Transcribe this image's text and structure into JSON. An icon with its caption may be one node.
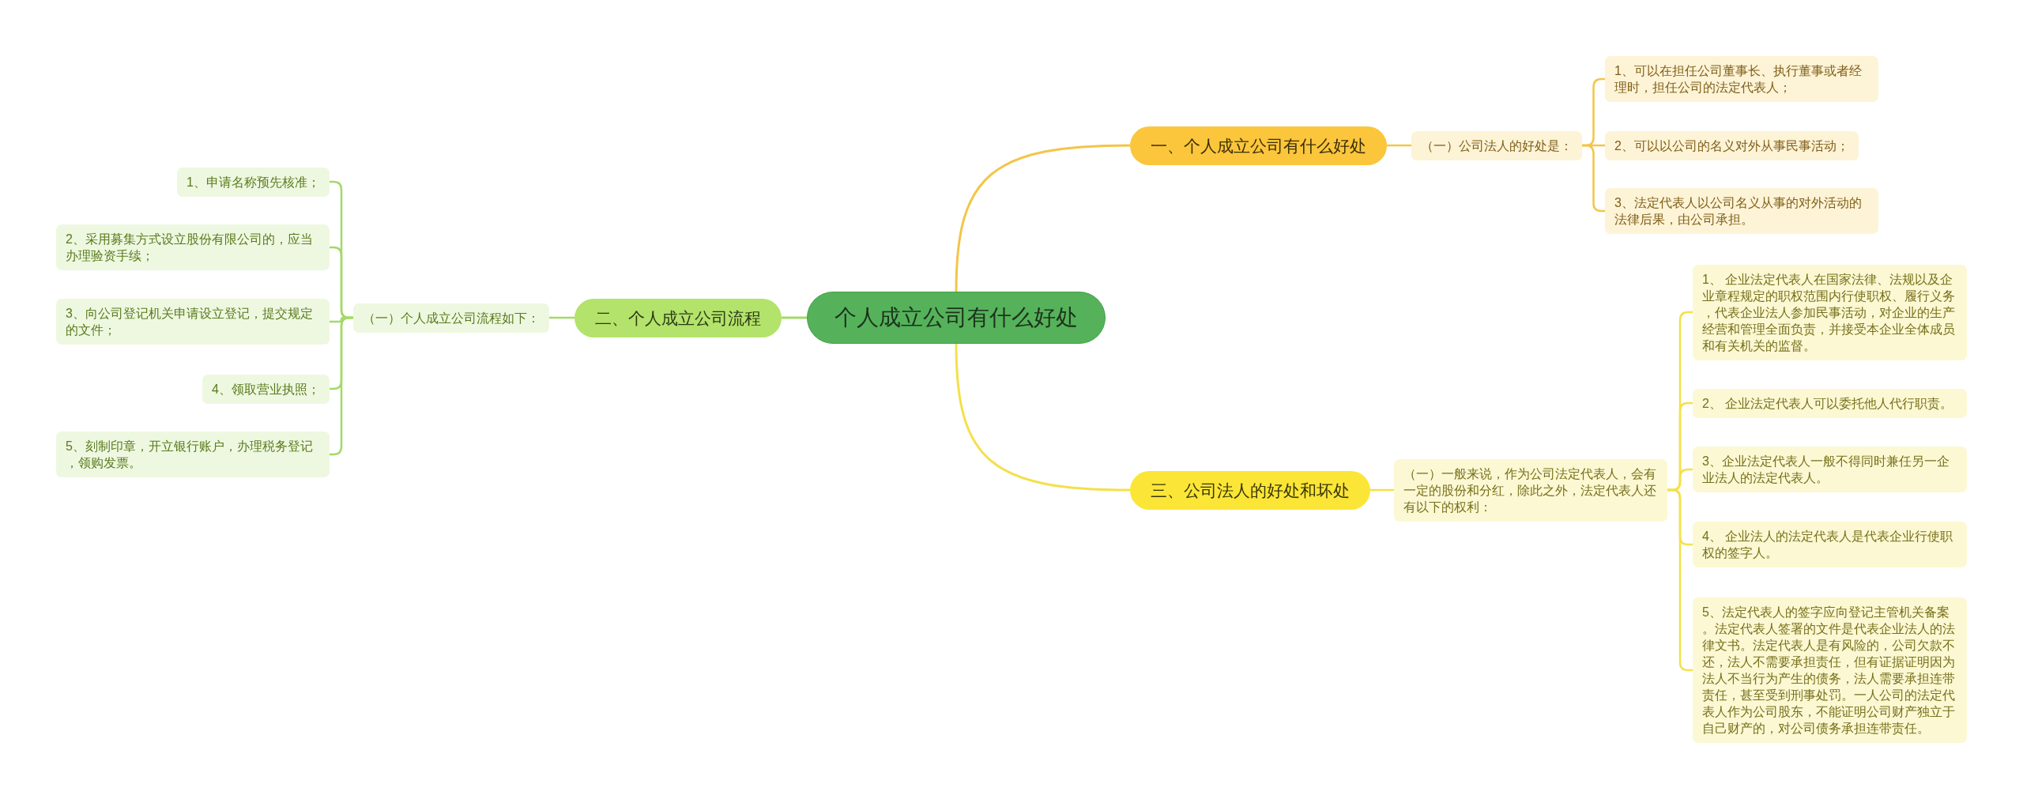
{
  "diagram": {
    "nodes": [
      {
        "text": [
          "个人成立公司有什么好处"
        ]
      },
      {
        "text": [
          "一、个人成立公司有什么好处"
        ]
      },
      {
        "text": [
          "（一）公司法人的好处是："
        ]
      },
      {
        "text": [
          "1、可以在担任公司董事长、执行董事或者经理时，担任公司的法定代表人；"
        ]
      },
      {
        "text": [
          "2、可以以公司的名义对外从事民事活动；"
        ]
      },
      {
        "text": [
          "3、法定代表人以公司名义从事的对外活动的法律后果，由公司承担。"
        ]
      },
      {
        "text": [
          "二、个人成立公司流程"
        ]
      },
      {
        "text": [
          "（一）个人成立公司流程如下："
        ]
      },
      {
        "text": [
          "1、申请名称预先核准；"
        ]
      },
      {
        "text": [
          "2、采用募集方式设立股份有限公司的，应当办理验资手续；"
        ]
      },
      {
        "text": [
          "3、向公司登记机关申请设立登记，提交规定的文件；"
        ]
      },
      {
        "text": [
          "4、领取营业执照；"
        ]
      },
      {
        "text": [
          "5、刻制印章，开立银行账户，办理税务登记，领购发票。"
        ]
      },
      {
        "text": [
          "三、公司法人的好处和坏处"
        ]
      },
      {
        "text": [
          "（一）一般来说，作为公司法定代表人，会有一定的股份和分红，除此之外，法定代表人还有以下的权利："
        ]
      },
      {
        "text": [
          "1、 企业法定代表人在国家法律、法规以及企业章程规定的职权范围内行使职权、履行义务，代表企业法人参加民事活动，对企业的生产经营和管理全面负责，并接受本企业全体成员和有关机关的监督。"
        ]
      },
      {
        "text": [
          "2、 企业法定代表人可以委托他人代行职责。"
        ]
      },
      {
        "text": [
          "3、企业法定代表人一般不得同时兼任另一企业法人的法定代表人。"
        ]
      },
      {
        "text": [
          "4、 企业法人的法定代表人是代表企业行使职权的签字人。"
        ]
      },
      {
        "text": [
          "5、法定代表人的签字应向登记主管机关备案。法定代表人签署的文件是代表企业法人的法律文书。法定代表人是有风险的，公司欠款不还，法人不需要承担责任，但有证据证明因为法人不当行为产生的债务，法人需要承担连带责任，甚至受到刑事处罚。一人公司的法定代表人作为公司股东，不能证明公司财产独立于自己财产的，对公司债务承担连带责任。"
        ]
      }
    ],
    "edges": [
      {
        "from": 0,
        "to": 1,
        "arrow": "none",
        "color": "#f3c548"
      },
      {
        "from": 1,
        "to": 2,
        "arrow": "none",
        "color": "#f3c548"
      },
      {
        "from": 2,
        "to": 3,
        "arrow": "none",
        "color": "#f3c548"
      },
      {
        "from": 2,
        "to": 4,
        "arrow": "none",
        "color": "#f3c548"
      },
      {
        "from": 2,
        "to": 5,
        "arrow": "none",
        "color": "#f3c548"
      },
      {
        "from": 0,
        "to": 6,
        "arrow": "none",
        "color": "#a4d967"
      },
      {
        "from": 6,
        "to": 7,
        "arrow": "none",
        "color": "#a4d967"
      },
      {
        "from": 7,
        "to": 8,
        "arrow": "none",
        "color": "#a4d967"
      },
      {
        "from": 7,
        "to": 9,
        "arrow": "none",
        "color": "#a4d967"
      },
      {
        "from": 7,
        "to": 10,
        "arrow": "none",
        "color": "#a4d967"
      },
      {
        "from": 7,
        "to": 11,
        "arrow": "none",
        "color": "#a4d967"
      },
      {
        "from": 7,
        "to": 12,
        "arrow": "none",
        "color": "#a4d967"
      },
      {
        "from": 0,
        "to": 13,
        "arrow": "none",
        "color": "#f4e04a"
      },
      {
        "from": 13,
        "to": 14,
        "arrow": "none",
        "color": "#f4e04a"
      },
      {
        "from": 14,
        "to": 15,
        "arrow": "none",
        "color": "#f4e04a"
      },
      {
        "from": 14,
        "to": 16,
        "arrow": "none",
        "color": "#f4e04a"
      },
      {
        "from": 14,
        "to": 17,
        "arrow": "none",
        "color": "#f4e04a"
      },
      {
        "from": 14,
        "to": 18,
        "arrow": "none",
        "color": "#f4e04a"
      },
      {
        "from": 14,
        "to": 19,
        "arrow": "none",
        "color": "#f4e04a"
      }
    ]
  }
}
